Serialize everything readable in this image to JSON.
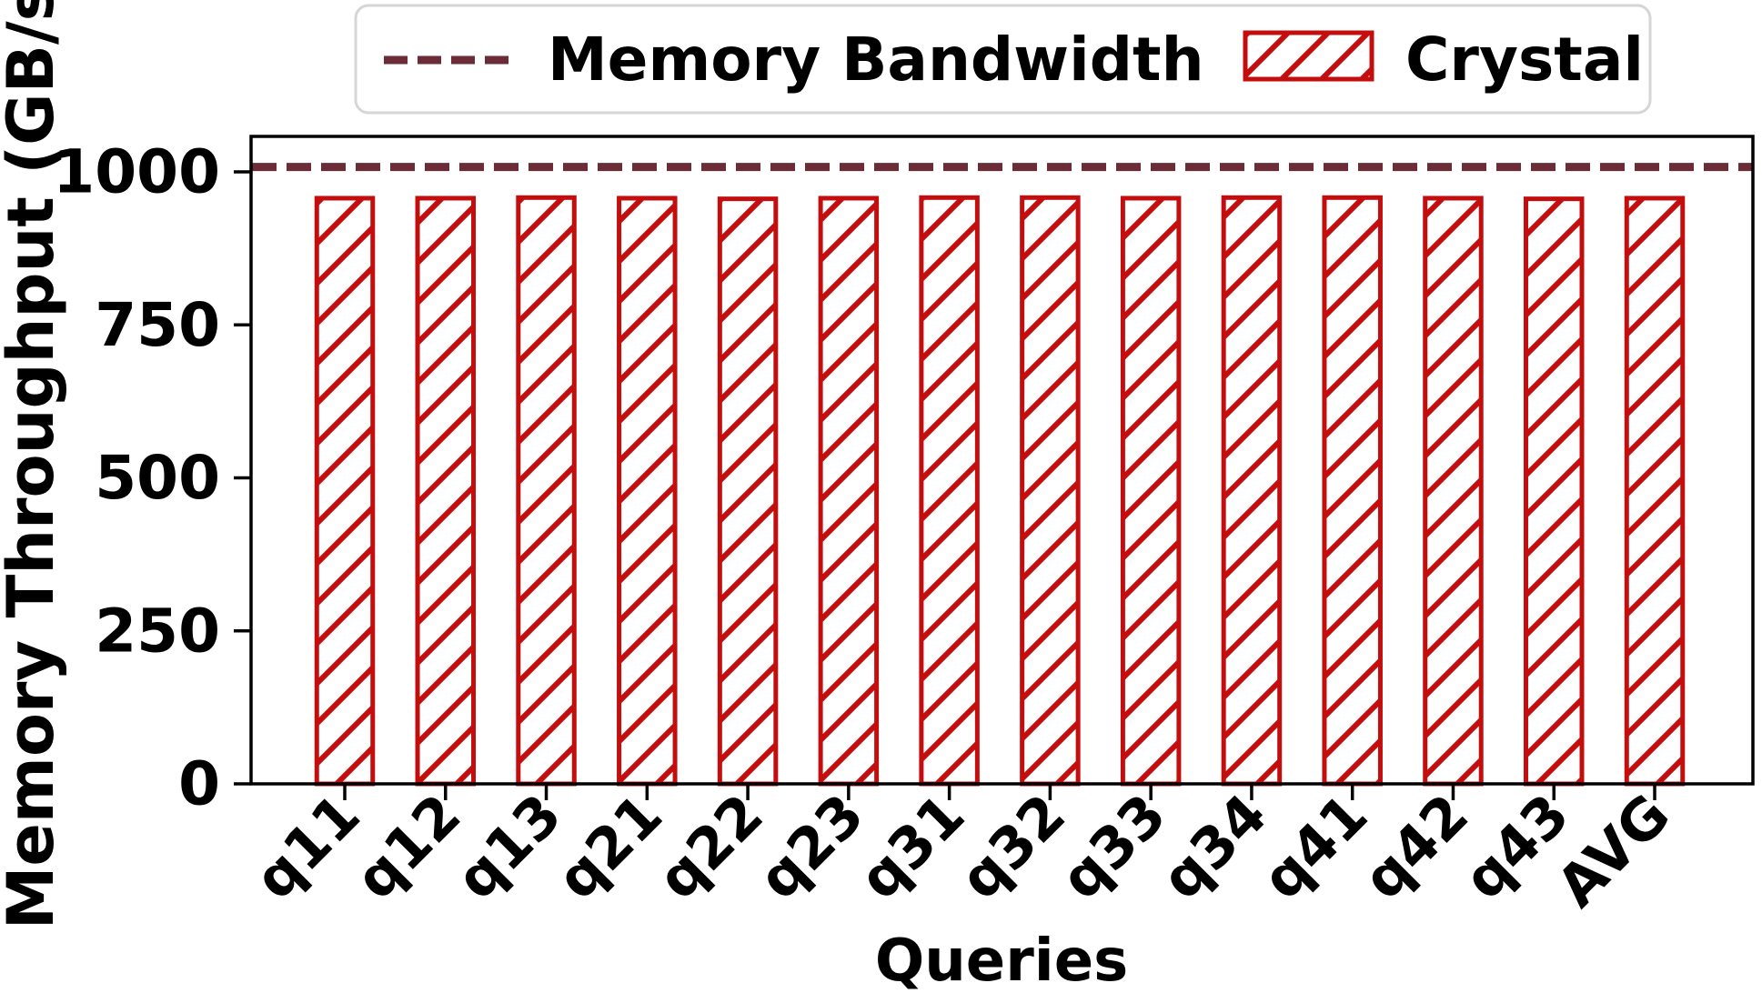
{
  "chart_data": {
    "type": "bar",
    "title": "",
    "xlabel": "Queries",
    "ylabel": "Memory Throughput (GB/s)",
    "categories": [
      "q11",
      "q12",
      "q13",
      "q21",
      "q22",
      "q23",
      "q31",
      "q32",
      "q33",
      "q34",
      "q41",
      "q42",
      "q43",
      "AVG"
    ],
    "series": [
      {
        "name": "Crystal",
        "values": [
          957,
          957,
          958,
          957,
          956,
          957,
          958,
          958,
          957,
          958,
          958,
          957,
          956,
          957
        ],
        "color": "#C40E0E",
        "hatch": "/"
      }
    ],
    "reference_line": {
      "name": "Memory Bandwidth",
      "value": 1008,
      "color": "#6B2C38",
      "style": "dashed"
    },
    "ylim": [
      0,
      1058
    ],
    "yticks": [
      0,
      250,
      500,
      750,
      1000
    ],
    "grid": false,
    "legend_position": "top",
    "colors": {
      "axis": "#000000",
      "legend_border": "#D6D6D6",
      "background": "#FFFFFF"
    }
  }
}
